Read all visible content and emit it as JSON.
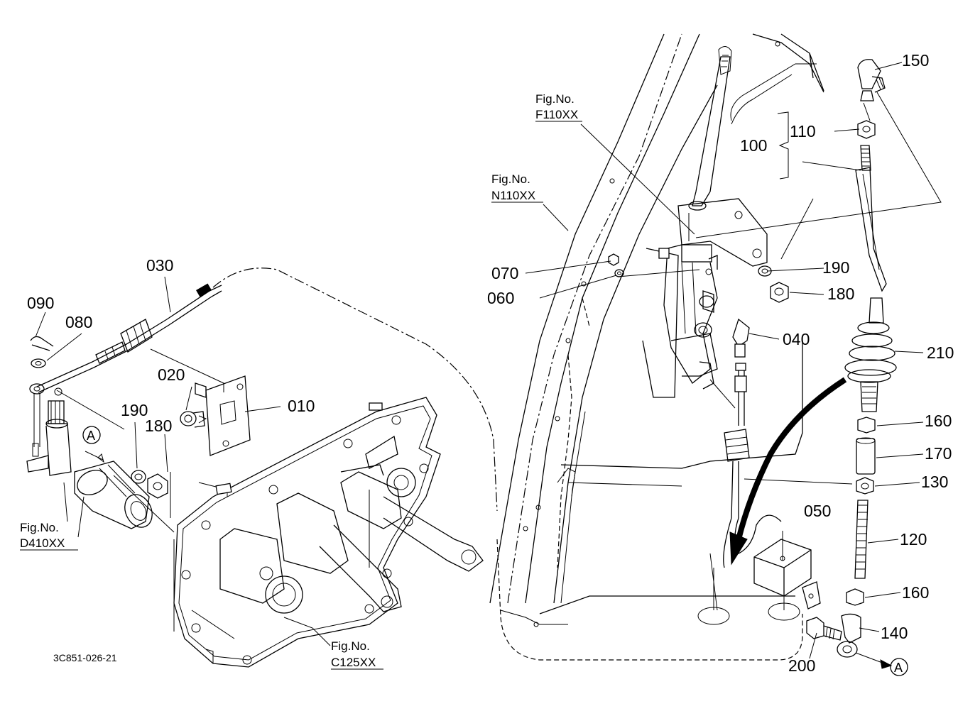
{
  "drawing_code": "3C851-026-21",
  "part_numbers": {
    "p010": "010",
    "p020": "020",
    "p030": "030",
    "p040": "040",
    "p050": "050",
    "p060": "060",
    "p070": "070",
    "p080": "080",
    "p090": "090",
    "p100": "100",
    "p110": "110",
    "p120": "120",
    "p130": "130",
    "p140": "140",
    "p150": "150",
    "p160a": "160",
    "p160b": "160",
    "p170": "170",
    "p180a": "180",
    "p180b": "180",
    "p190a": "190",
    "p190b": "190",
    "p200": "200",
    "p210": "210"
  },
  "figure_refs": {
    "f110": {
      "label": "Fig.No.",
      "code": "F110XX"
    },
    "n110": {
      "label": "Fig.No.",
      "code": "N110XX"
    },
    "d410": {
      "label": "Fig.No.",
      "code": "D410XX"
    },
    "c125": {
      "label": "Fig.No.",
      "code": "C125XX"
    }
  },
  "view_markers": {
    "left": "A",
    "right": "A"
  }
}
